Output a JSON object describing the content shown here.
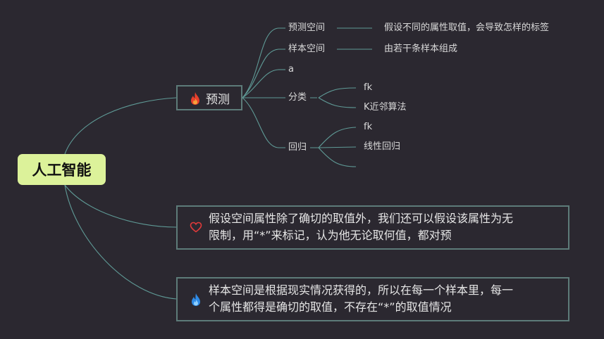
{
  "root": {
    "label": "人工智能"
  },
  "main_node": {
    "label": "预测",
    "icon": "fire-red-icon"
  },
  "branches": {
    "prediction_space": {
      "label": "预测空间",
      "detail": "假设不同的属性取值，会导致怎样的标签"
    },
    "sample_space": {
      "label": "样本空间",
      "detail": "由若干条样本组成"
    },
    "a": {
      "label": "a"
    },
    "classification": {
      "label": "分类",
      "children": [
        "fk",
        "K近邻算法"
      ]
    },
    "regression": {
      "label": "回归",
      "children": [
        "fk",
        "线性回归"
      ]
    }
  },
  "notes": [
    {
      "icon": "heart-outline-icon",
      "text_line1": "假设空间属性除了确切的取值外，我们还可以假设该属性为无",
      "text_line2": "限制，用“*”来标记，认为他无论取何值，都对预"
    },
    {
      "icon": "fire-blue-icon",
      "text_line1": "样本空间是根据现实情况获得的，所以在每一个样本里，每一",
      "text_line2": "个属性都得是确切的取值，不存在“*”的取值情况"
    }
  ],
  "colors": {
    "background": "#2b2830",
    "root_fill": "#dcf29a",
    "edge": "#5f9a96",
    "box_border": "#5d7b79",
    "fire_red": "#e8402c",
    "fire_blue": "#2f8be6",
    "heart": "#e03a3a"
  }
}
